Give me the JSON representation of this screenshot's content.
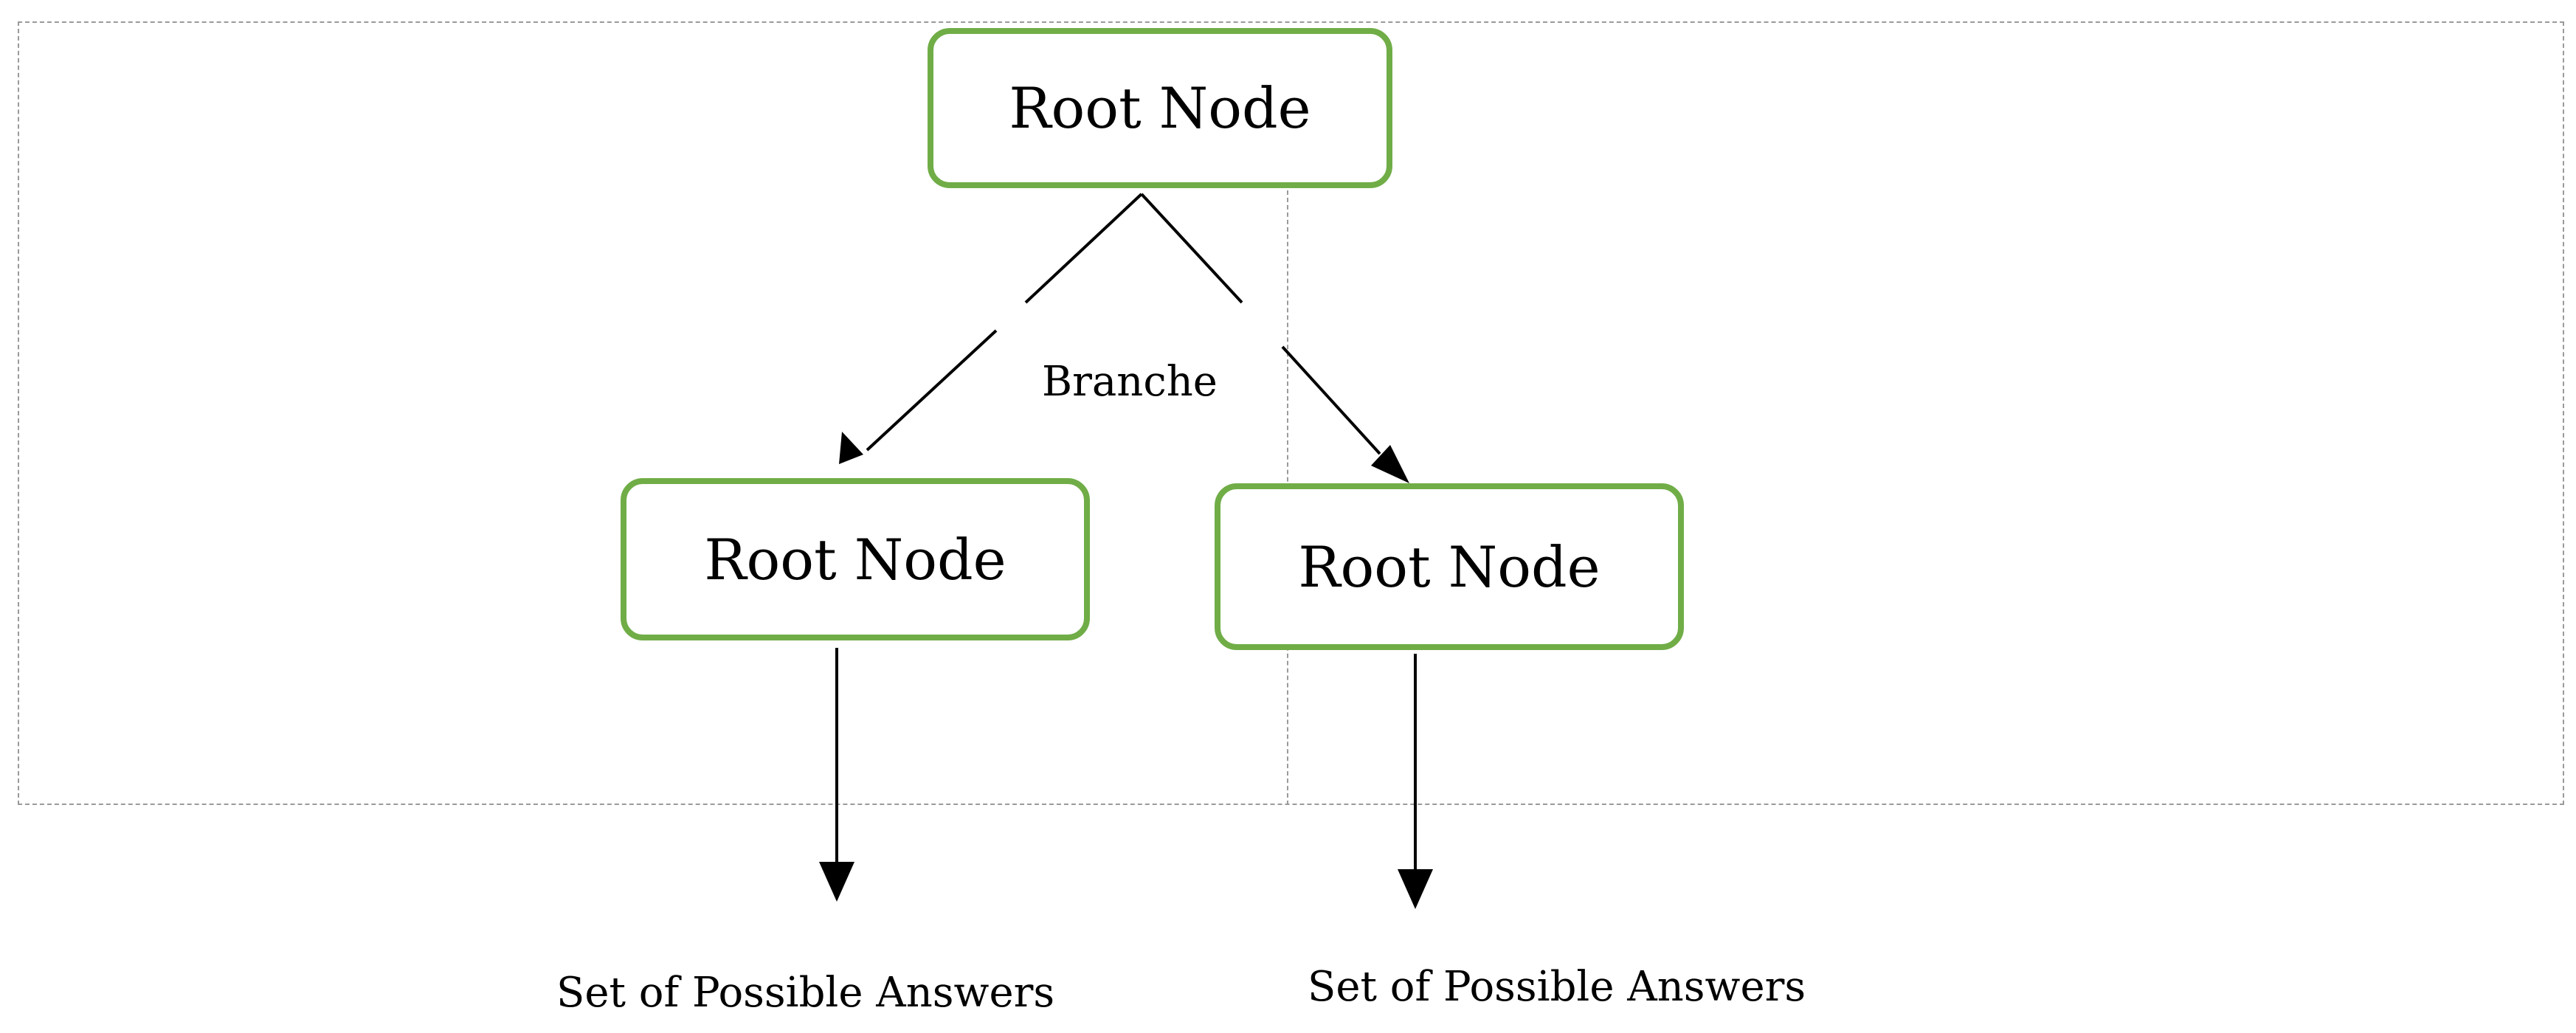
{
  "diagram": {
    "root": {
      "label": "Root Node"
    },
    "children": [
      {
        "label": "Root Node",
        "answer": "Set of Possible Answers"
      },
      {
        "label": "Root Node",
        "answer": "Set of Possible Answers"
      }
    ],
    "branch_label": "Branche"
  },
  "colors": {
    "node_border": "#70ad47",
    "frame": "#9a9a9a",
    "arrow": "#000000"
  }
}
